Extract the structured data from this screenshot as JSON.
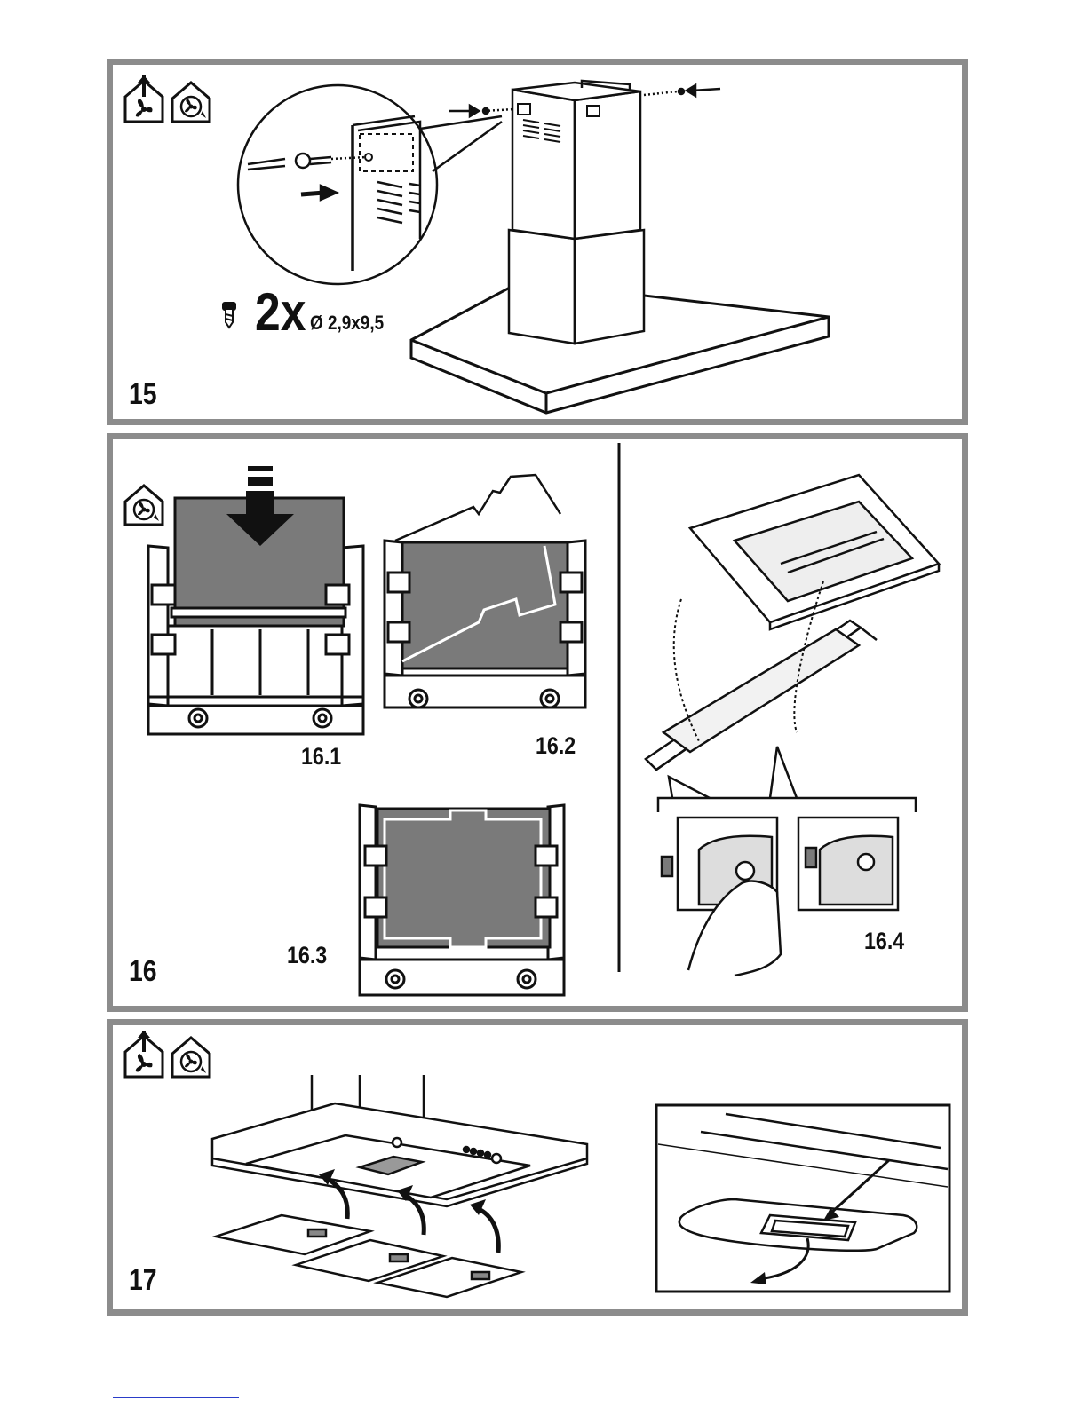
{
  "step15": {
    "number": "15",
    "screw_qty": "2x",
    "screw_size": "Ø 2,9x9,5",
    "icons": [
      "extraction-mode-icon",
      "recirculation-mode-icon"
    ]
  },
  "step16": {
    "number": "16",
    "sub_labels": {
      "s1": "16.1",
      "s2": "16.2",
      "s3": "16.3",
      "s4": "16.4"
    },
    "icons": [
      "recirculation-mode-icon"
    ]
  },
  "step17": {
    "number": "17",
    "icons": [
      "extraction-mode-icon",
      "recirculation-mode-icon"
    ]
  },
  "colors": {
    "border": "#8c8c8c",
    "filter_fill": "#7a7a7a",
    "line": "#111111"
  }
}
